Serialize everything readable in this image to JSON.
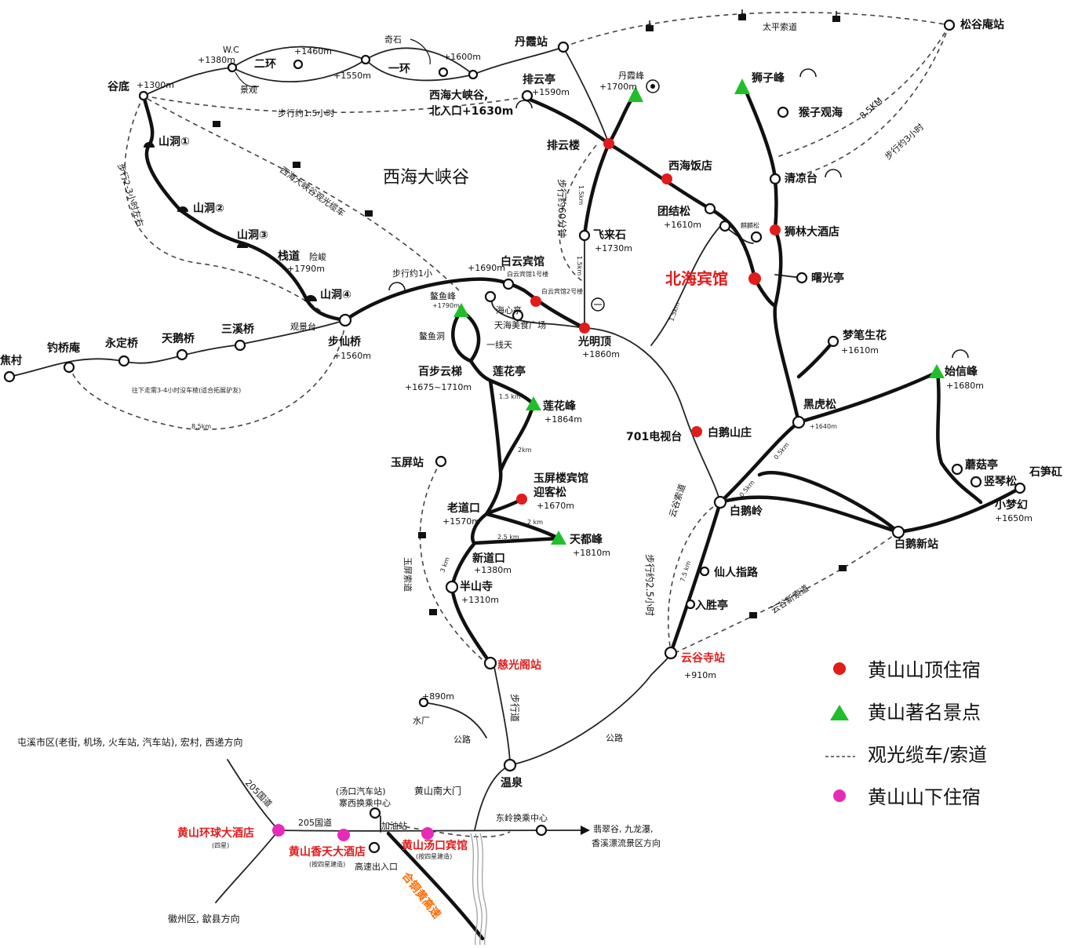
{
  "map": {
    "region_label": "西海大峡谷",
    "places": {
      "gudi": "谷底",
      "gudi_alt": "+1300m",
      "wc": "W.C",
      "wc_alt": "+1380m",
      "erhuan": "二环",
      "alt1460": "+1460m",
      "jingguan": "景观",
      "alt1550": "+1550m",
      "qishi": "奇石",
      "yihuan": "一环",
      "alt1600": "+1600m",
      "danxia_station": "丹霞站",
      "songgu_station": "松谷庵站",
      "paiyun_ting": "排云亭",
      "paiyun_ting_alt": "+1590m",
      "xihai_north_1": "西海大峡谷,",
      "xihai_north_2": "北入口+1630m",
      "danxia_peak": "丹霞峰",
      "danxia_peak_alt": "+1700m",
      "shizi_peak": "狮子峰",
      "houzi": "猴子观海",
      "paiyun_lou": "排云楼",
      "xihai_hotel": "西海饭店",
      "qingliang": "清凉台",
      "tuanjie": "团结松",
      "tuanjie_alt": "+1610m",
      "qilin": "麒麟松",
      "shilin": "狮林大酒店",
      "feilai": "飞来石",
      "feilai_alt": "+1730m",
      "beihai": "北海宾馆",
      "shuguang": "曙光亭",
      "cave1": "山洞①",
      "cave2": "山洞②",
      "cave3": "山洞③",
      "cave4": "山洞④",
      "zhandao": "栈道",
      "xianjun": "险峻",
      "zhandao_alt": "+1790m",
      "baiyun": "白云宾馆",
      "baiyun_alt": "+1690m",
      "baiyun_no1": "白云宾馆1号楼",
      "baiyun_no2": "白云宾馆2号楼",
      "aoyu": "鳌鱼峰",
      "aoyu_alt": "+1790m",
      "haixin": "海心亭",
      "tianhai": "天海美食广场",
      "guangming": "光明顶",
      "guangming_alt": "+1860m",
      "jiao": "焦村",
      "diaoqiao": "钓桥庵",
      "yongding": "永定桥",
      "tiane": "天鹅桥",
      "sanxi": "三溪桥",
      "guanjing": "观景台",
      "buxian": "步仙桥",
      "buxian_alt": "+1560m",
      "aoyu_cave": "鳌鱼洞",
      "yixian": "一线天",
      "baibu": "百步云梯",
      "baibu_alt": "+1675~1710m",
      "lianhua_ting": "莲花亭",
      "mengbi": "梦笔生花",
      "mengbi_alt": "+1610m",
      "shixin": "始信峰",
      "shixin_alt": "+1680m",
      "heihu": "黑虎松",
      "heihu_alt": "+1640m",
      "lianhua_peak": "莲花峰",
      "lianhua_alt": "+1864m",
      "tv701": "701电视台",
      "baie_villa": "白鹅山庄",
      "moguting": "蘑菇亭",
      "shuqin": "竖琴松",
      "shisun": "石笋矼",
      "yuping_station": "玉屏站",
      "yuping_hotel": "玉屏楼宾馆",
      "yingke": "迎客松",
      "yingke_alt": "+1670m",
      "baie_ling": "白鹅岭",
      "xiaomenghuan": "小梦幻",
      "xiaomenghuan_alt": "+1650m",
      "laodaokou": "老道口",
      "laodaokou_alt": "+1570m",
      "tiandu": "天都峰",
      "tiandu_alt": "+1810m",
      "baie_station": "白鹅新站",
      "xindaokou": "新道口",
      "xindaokou_alt": "+1380m",
      "xianren": "仙人指路",
      "banshan": "半山寺",
      "banshan_alt": "+1310m",
      "rusheng": "入胜亭",
      "ciguang": "慈光阁站",
      "yungu_station": "云谷寺站",
      "yungu_alt": "+910m",
      "alt890": "+890m",
      "shuichang": "水厂",
      "wenquan": "温泉",
      "south_gate": "黄山南大门",
      "tunxi": "屯溪市区(老街, 机场, 火车站, 汽车站), 宏村, 西递方向",
      "tangkou_station": "(汤口汽车站)",
      "xi_transfer": "寨西换乘中心",
      "gas": "加油站",
      "dongling": "东岭换乘中心",
      "cuiwei_1": "翡翠谷, 九龙瀑,",
      "cuiwei_2": "香溪漂流景区方向",
      "huanqiu": "黄山环球大酒店",
      "huanqiu_note": "(四星)",
      "xiangtian": "黄山香天大酒店",
      "xiangtian_note": "(按四星建造)",
      "tangkou_hotel": "黄山汤口宾馆",
      "tangkou_note": "(按四星建造)",
      "exit": "高速出入口",
      "huizhou": "徽州区, 歙县方向"
    },
    "route_labels": {
      "walk15": "步行约1.5小时",
      "walk23": "步行2-3小时左右",
      "xihai_cable": "西海大峡谷观光缆车",
      "walk1": "步行约1小",
      "walk60": "步行约60分钟",
      "d15_1": "1.5km",
      "d15_2": "1.5km",
      "d15_3": "1.5km",
      "taiping": "太平索道",
      "d85km": "8.5KM",
      "walk3": "步行约3小时",
      "down_note": "往下走需3-4小时没车棱(适合拓展驴友)",
      "d85": "8.5km",
      "d15_4": "1.5 km",
      "d2km_a": "2km",
      "d05": "0.5km",
      "d05b": "0.5km",
      "yungu_cable_a": "云谷索道",
      "yuping_cable": "玉屏索道",
      "d2km_b": "2 km",
      "d25": "2.5 km",
      "d3": "3 km",
      "d75": "7.5 km",
      "walk25": "步行约2.5小时",
      "yungu_cable_b": "云谷新索道",
      "walkroad": "步行道",
      "road_a": "公路",
      "road_b": "公路",
      "g205": "205国道",
      "g205b": "205国道",
      "highway": "合铜黄高速"
    },
    "legend": {
      "summit_hotel": "黄山山顶住宿",
      "scenic": "黄山著名景点",
      "cableway": "观光缆车/索道",
      "foot_hotel": "黄山山下住宿"
    },
    "colors": {
      "summit_hotel": "#e21b1b",
      "scenic": "#1fbf2a",
      "foot_hotel": "#e62bb8",
      "road": "#111111"
    }
  }
}
